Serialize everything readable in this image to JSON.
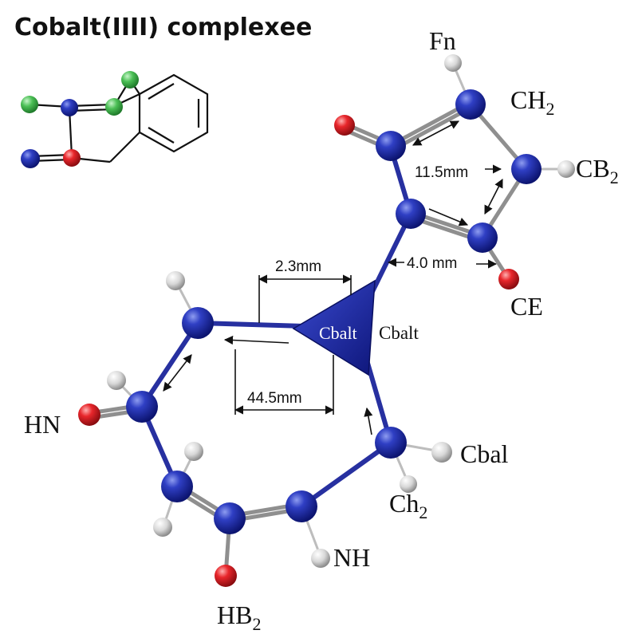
{
  "title": "Cobalt(IIII) complexee",
  "labels": {
    "fn": "Fn",
    "ch2_top_base": "CH",
    "ch2_top_sub": "2",
    "cb2_base": "CB",
    "cb2_sub": "2",
    "ce": "CE",
    "center_label": "Cbalt",
    "center_label_side": "Cbalt",
    "hn": "HN",
    "cbal": "Cbal",
    "ch2_low_base": "Ch",
    "ch2_low_sub": "2",
    "nh": "NH",
    "hb2_base": "HB",
    "hb2_sub": "2"
  },
  "dimensions": {
    "d1": "2.3mm",
    "d2": "44.5mm",
    "d3": "11.5mm",
    "d4": "4.0 mm"
  },
  "colors": {
    "nitrogen": "#1d2a9c",
    "oxygen": "#e0202a",
    "hydrogen": "#d6d6d6",
    "chlorine": "#4bbf55",
    "cobalt": "#1e2a9a"
  }
}
